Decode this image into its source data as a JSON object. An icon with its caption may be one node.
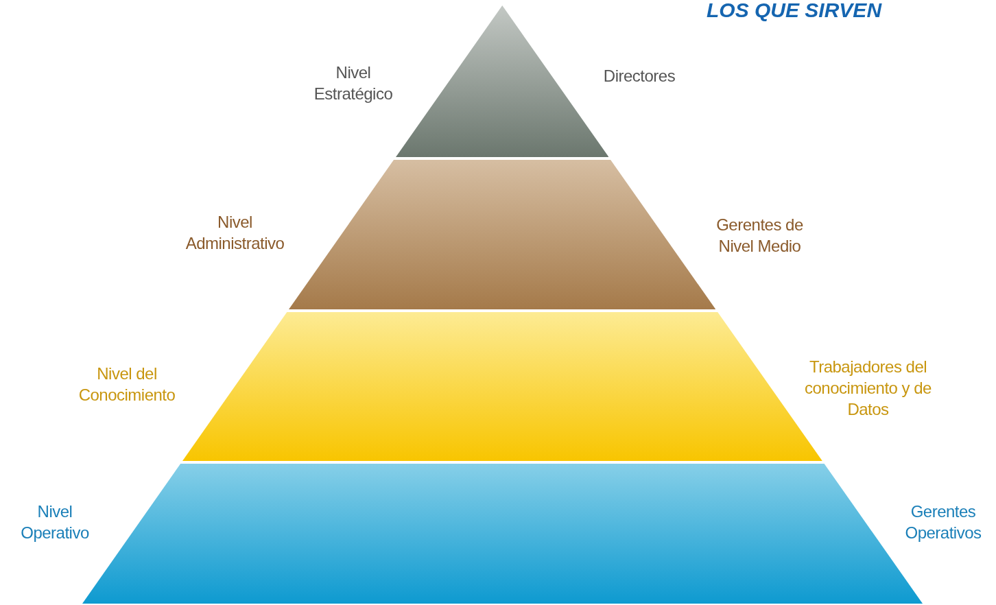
{
  "diagram": {
    "nodes": [
      {
        "text": [],
        "shape": "triangle",
        "beside": [
          "Nivel Estratégico",
          "Directores"
        ]
      },
      {
        "text": [],
        "shape": "trapezoid",
        "beside": [
          "Nivel Administrativo",
          "Gerentes de Nivel Medio"
        ]
      },
      {
        "text": [],
        "shape": "trapezoid",
        "beside": [
          "Nivel del Conocimiento",
          "Trabajadores del conocimiento y de Datos"
        ]
      },
      {
        "text": [],
        "shape": "trapezoid",
        "beside": [
          "Nivel Operativo",
          "Gerentes Operativos"
        ]
      }
    ],
    "labels": [
      "LOS QUE SIRVEN"
    ]
  }
}
